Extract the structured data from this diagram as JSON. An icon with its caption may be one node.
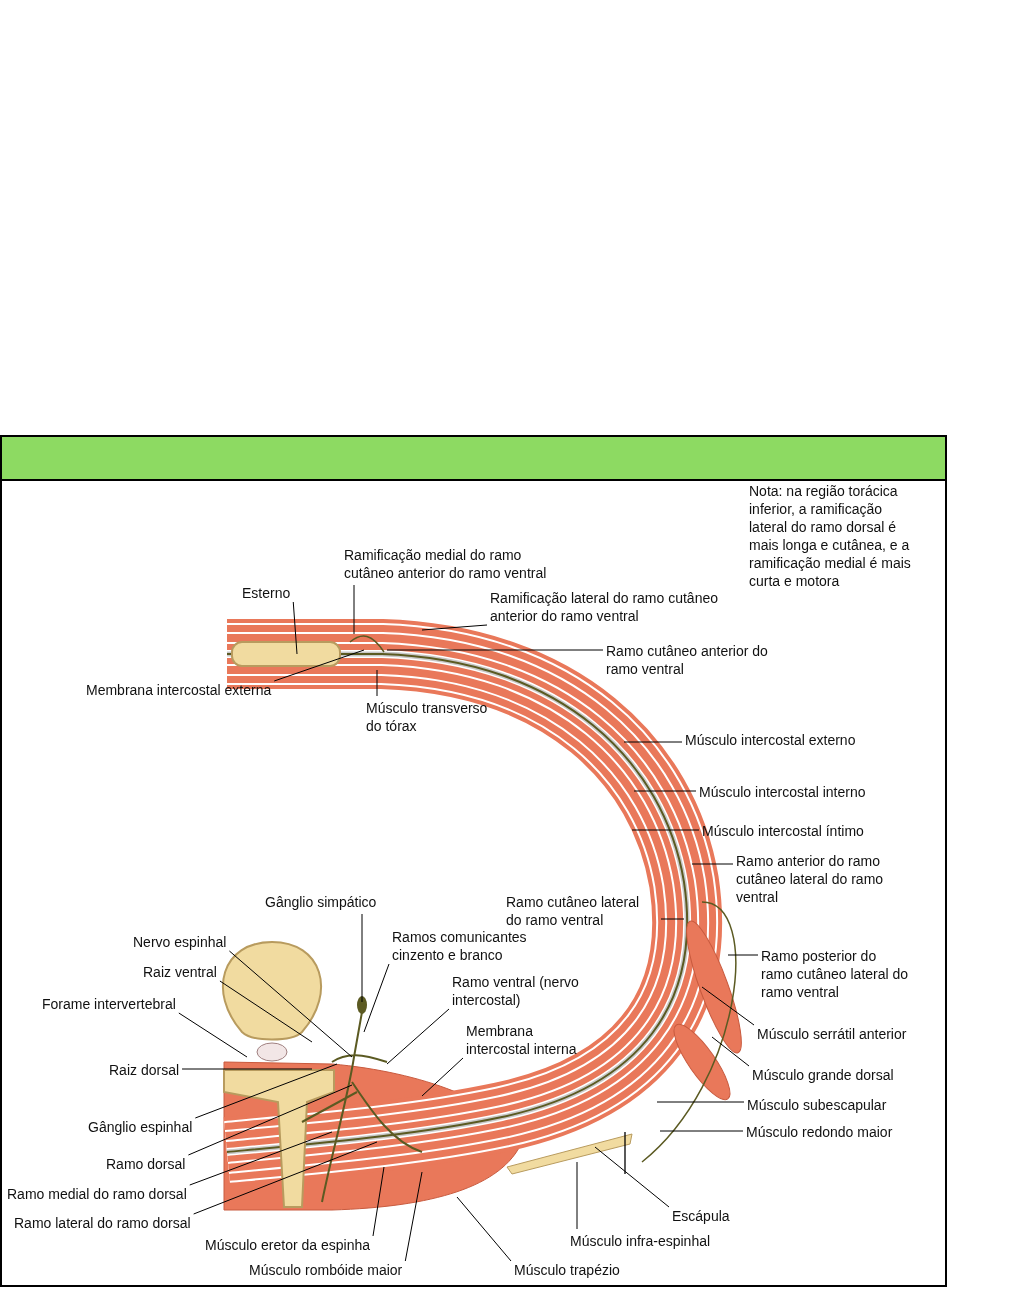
{
  "diagram": {
    "nodes": [
      {
        "text": [
          "Ramificação medial do ramo cutâneo anterior do ramo ventral"
        ]
      },
      {
        "text": [
          "Esterno"
        ]
      },
      {
        "text": [
          "Ramificação lateral do ramo cutâneo anterior do ramo ventral"
        ]
      },
      {
        "text": [
          "Ramo cutâneo anterior do ramo ventral"
        ]
      },
      {
        "text": [
          "Membrana intercostal externa"
        ]
      },
      {
        "text": [
          "Músculo transverso do tórax"
        ]
      },
      {
        "text": [
          "Músculo intercostal externo"
        ]
      },
      {
        "text": [
          "Músculo intercostal interno"
        ]
      },
      {
        "text": [
          "Músculo intercostal íntimo"
        ]
      },
      {
        "text": [
          "Ramo anterior do ramo cutâneo lateral do ramo ventral"
        ]
      },
      {
        "text": [
          "Gânglio simpático"
        ]
      },
      {
        "text": [
          "Ramo cutâneo lateral do ramo ventral"
        ]
      },
      {
        "text": [
          "Nervo espinhal"
        ]
      },
      {
        "text": [
          "Ramos comunicantes cinzento e branco"
        ]
      },
      {
        "text": [
          "Ramo posterior do ramo cutâneo lateral do ramo ventral"
        ]
      },
      {
        "text": [
          "Raiz ventral"
        ]
      },
      {
        "text": [
          "Ramo ventral (nervo intercostal)"
        ]
      },
      {
        "text": [
          "Forame intervertebral"
        ]
      },
      {
        "text": [
          "Membrana intercostal interna"
        ]
      },
      {
        "text": [
          "Músculo serrátil anterior"
        ]
      },
      {
        "text": [
          "Raiz dorsal"
        ]
      },
      {
        "text": [
          "Músculo grande dorsal"
        ]
      },
      {
        "text": [
          "Músculo subescapular"
        ]
      },
      {
        "text": [
          "Gânglio espinhal"
        ]
      },
      {
        "text": [
          "Músculo redondo maior"
        ]
      },
      {
        "text": [
          "Ramo dorsal"
        ]
      },
      {
        "text": [
          "Ramo medial do ramo dorsal"
        ]
      },
      {
        "text": [
          "Escápula"
        ]
      },
      {
        "text": [
          "Ramo lateral do ramo dorsal"
        ]
      },
      {
        "text": [
          "Músculo infra-espinhal"
        ]
      },
      {
        "text": [
          "Músculo eretor da espinha"
        ]
      },
      {
        "text": [
          "Músculo rombóide maior"
        ]
      },
      {
        "text": [
          "Músculo trapézio"
        ]
      }
    ],
    "edges": [
      {
        "from": 0,
        "to": null,
        "arrow": "none"
      },
      {
        "from": 1,
        "to": null,
        "arrow": "none"
      },
      {
        "from": 2,
        "to": null,
        "arrow": "none"
      },
      {
        "from": 3,
        "to": null,
        "arrow": "none"
      },
      {
        "from": 4,
        "to": null,
        "arrow": "none"
      },
      {
        "from": 5,
        "to": null,
        "arrow": "none"
      },
      {
        "from": 6,
        "to": null,
        "arrow": "none"
      },
      {
        "from": 7,
        "to": null,
        "arrow": "none"
      },
      {
        "from": 8,
        "to": null,
        "arrow": "none"
      },
      {
        "from": 9,
        "to": null,
        "arrow": "none"
      },
      {
        "from": 10,
        "to": null,
        "arrow": "none"
      },
      {
        "from": 11,
        "to": null,
        "arrow": "none"
      },
      {
        "from": 12,
        "to": null,
        "arrow": "none"
      },
      {
        "from": 13,
        "to": null,
        "arrow": "none"
      },
      {
        "from": 14,
        "to": null,
        "arrow": "none"
      },
      {
        "from": 15,
        "to": null,
        "arrow": "none"
      },
      {
        "from": 16,
        "to": null,
        "arrow": "none"
      },
      {
        "from": 17,
        "to": null,
        "arrow": "none"
      },
      {
        "from": 18,
        "to": null,
        "arrow": "none"
      },
      {
        "from": 19,
        "to": null,
        "arrow": "none"
      },
      {
        "from": 20,
        "to": null,
        "arrow": "none"
      },
      {
        "from": 21,
        "to": null,
        "arrow": "none"
      },
      {
        "from": 22,
        "to": null,
        "arrow": "none"
      },
      {
        "from": 23,
        "to": null,
        "arrow": "none"
      },
      {
        "from": 24,
        "to": null,
        "arrow": "none"
      },
      {
        "from": 25,
        "to": null,
        "arrow": "none"
      },
      {
        "from": 26,
        "to": null,
        "arrow": "none"
      },
      {
        "from": 27,
        "to": null,
        "arrow": "none"
      },
      {
        "from": 28,
        "to": null,
        "arrow": "none"
      },
      {
        "from": 29,
        "to": null,
        "arrow": "none"
      },
      {
        "from": 30,
        "to": null,
        "arrow": "none"
      },
      {
        "from": 31,
        "to": null,
        "arrow": "none"
      },
      {
        "from": 32,
        "to": null,
        "arrow": "none"
      }
    ],
    "labels": [
      "Nota: na região torácica inferior, a ramificação lateral do ramo dorsal é mais longa e cutânea, e a ramificação medial é mais curta e motora"
    ]
  }
}
